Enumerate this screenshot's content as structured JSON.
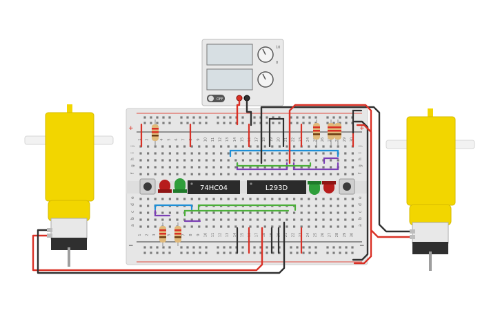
{
  "breadboard": {
    "column_numbers": [
      "1",
      "2",
      "3",
      "4",
      "5",
      "6",
      "7",
      "8",
      "9",
      "10",
      "11",
      "12",
      "13",
      "14",
      "15",
      "16",
      "17",
      "18",
      "19",
      "20",
      "21",
      "22",
      "23",
      "24",
      "25",
      "26",
      "27",
      "28",
      "29",
      "30"
    ],
    "top_row_letters": [
      "j",
      "i",
      "h",
      "g",
      "f"
    ],
    "bottom_row_letters": [
      "e",
      "d",
      "c",
      "b",
      "a"
    ],
    "rail_plus": "+",
    "rail_minus": "−"
  },
  "chips": [
    {
      "label": "74HC04"
    },
    {
      "label": "L293D"
    }
  ],
  "power_supply": {
    "switch_label": "OFF",
    "knob_marks": [
      "0",
      "10"
    ]
  },
  "colors": {
    "breadboard": "#e6e6e6",
    "wire_red": "#d93025",
    "wire_black": "#2f2f2f",
    "wire_blue": "#1e8fd6",
    "wire_purple": "#7b3fb5",
    "wire_green": "#4caf3a",
    "motor_yellow": "#f2d600",
    "chip_body": "#2b2b2b"
  }
}
